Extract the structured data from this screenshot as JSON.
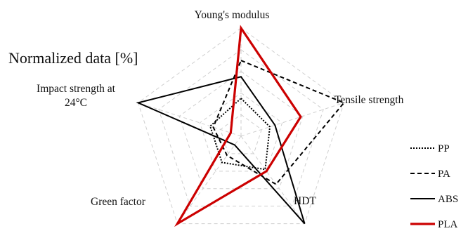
{
  "chart_data": {
    "type": "radar",
    "title": "Normalized data [%]",
    "axes": [
      {
        "label_lines": [
          "Young's modulus"
        ]
      },
      {
        "label_lines": [
          "Tensile strength"
        ]
      },
      {
        "label_lines": [
          "HDT"
        ]
      },
      {
        "label_lines": [
          "Green factor"
        ]
      },
      {
        "label_lines": [
          "Impact strength at",
          "24°C"
        ]
      }
    ],
    "rlim": [
      0,
      100
    ],
    "grid": true,
    "grid_levels": [
      20,
      40,
      60,
      80,
      100
    ],
    "legend_position": "right",
    "series": [
      {
        "name": "PP",
        "color": "#000000",
        "dash": "dotted",
        "values": [
          35,
          28,
          38,
          30,
          30
        ]
      },
      {
        "name": "PA",
        "color": "#000000",
        "dash": "dashed",
        "values": [
          70,
          100,
          55,
          22,
          27
        ]
      },
      {
        "name": "ABS",
        "color": "#000000",
        "dash": "solid",
        "values": [
          55,
          33,
          100,
          10,
          100
        ]
      },
      {
        "name": "PLA",
        "color": "#cc0000",
        "dash": "solid",
        "values": [
          100,
          58,
          40,
          100,
          10
        ]
      }
    ]
  }
}
